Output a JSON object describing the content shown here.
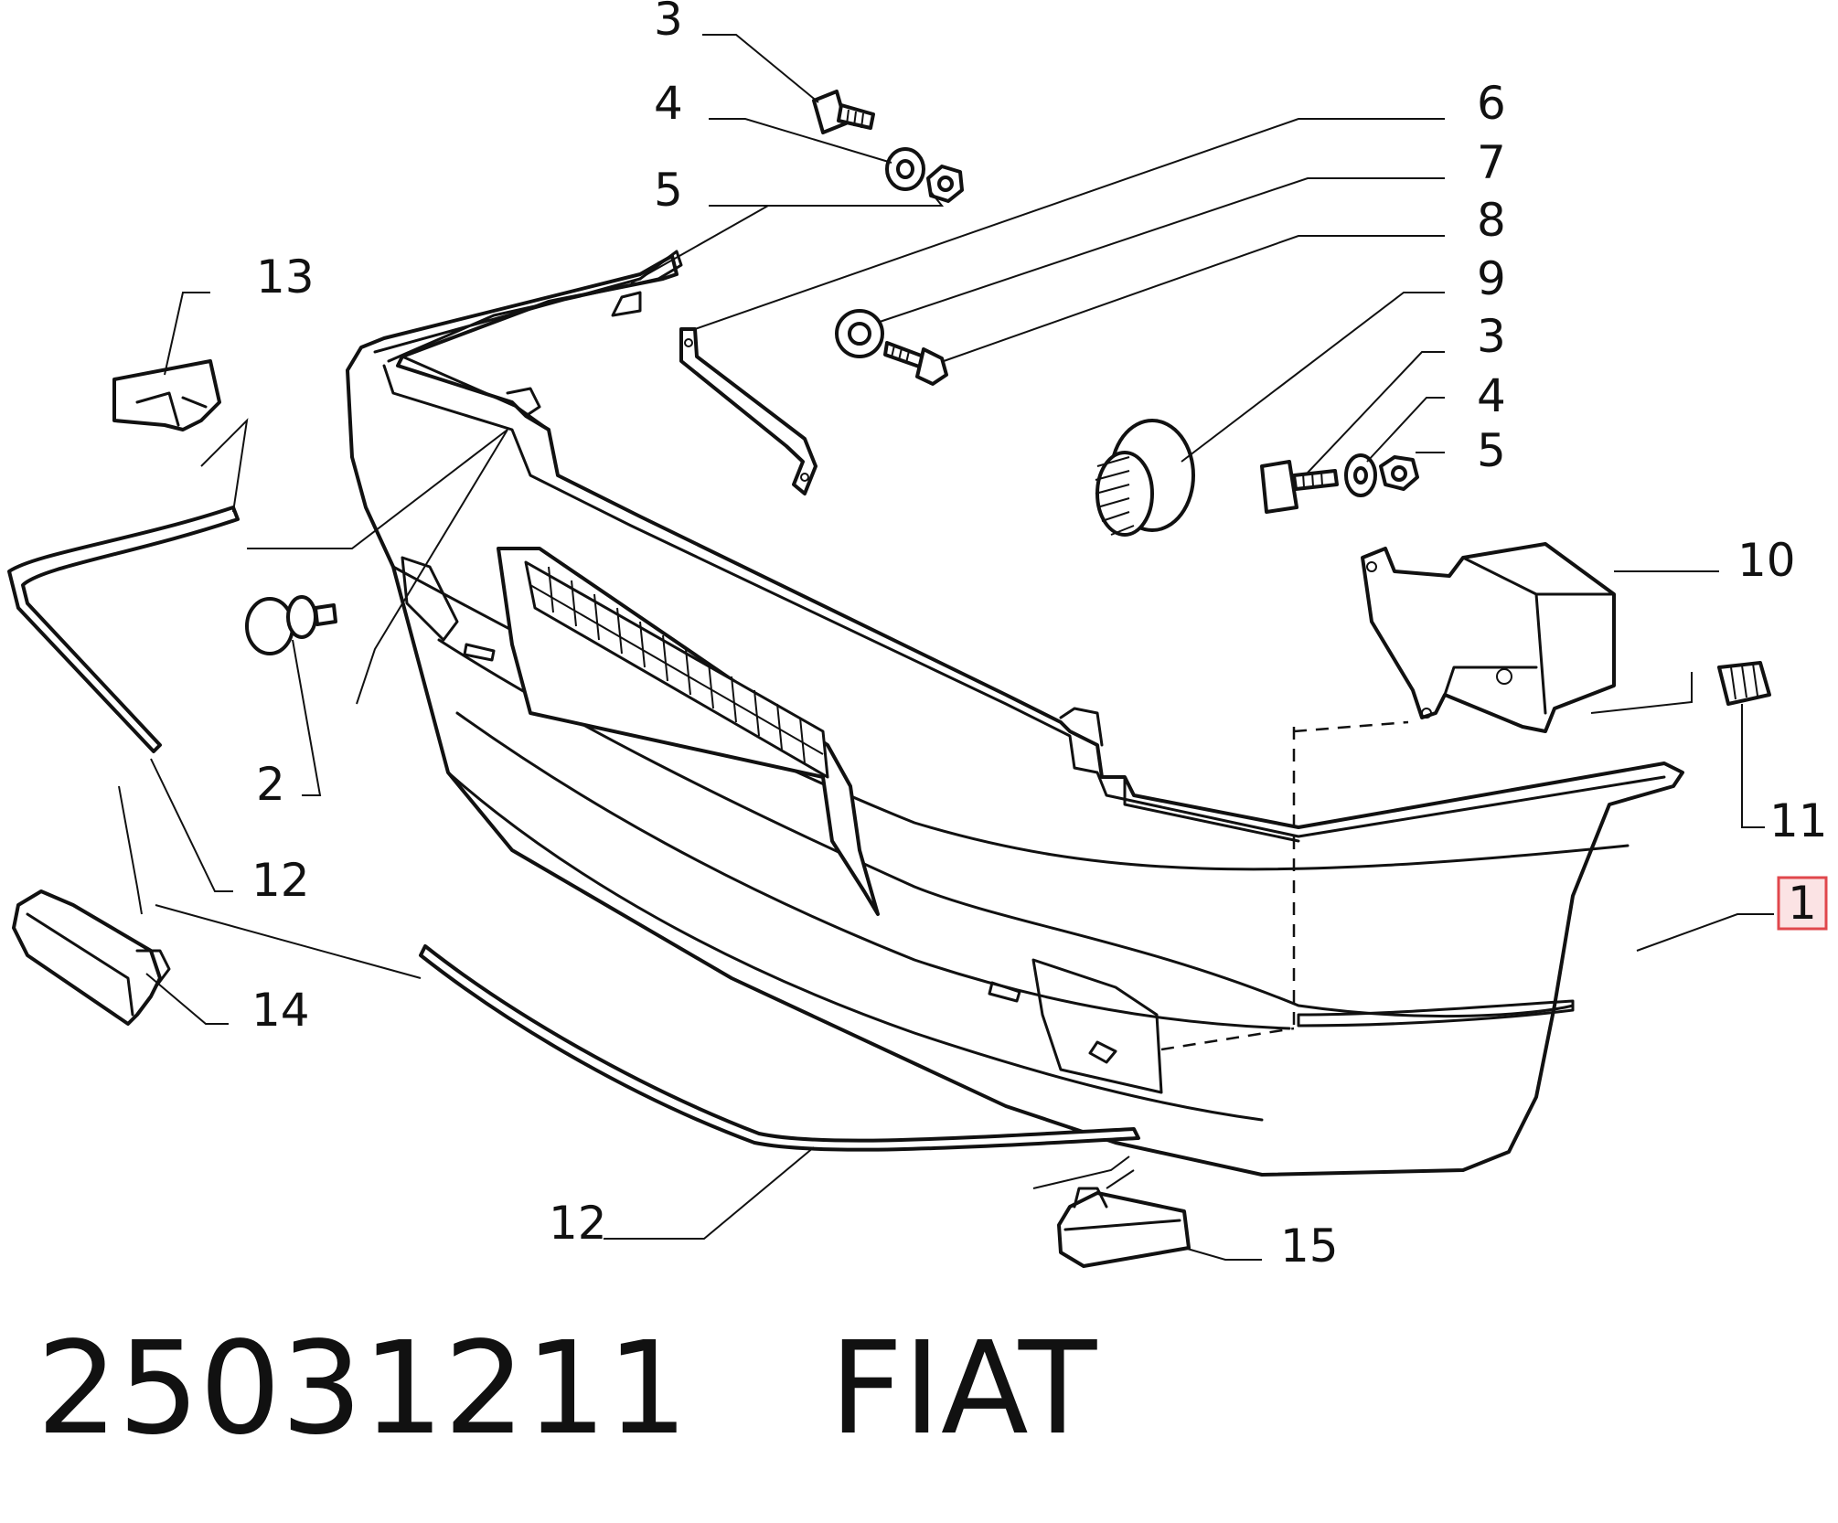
{
  "callouts": [
    {
      "id": "c3a",
      "label": "3"
    },
    {
      "id": "c4a",
      "label": "4"
    },
    {
      "id": "c5a",
      "label": "5"
    },
    {
      "id": "c6",
      "label": "6"
    },
    {
      "id": "c7",
      "label": "7"
    },
    {
      "id": "c8",
      "label": "8"
    },
    {
      "id": "c9",
      "label": "9"
    },
    {
      "id": "c3b",
      "label": "3"
    },
    {
      "id": "c4b",
      "label": "4"
    },
    {
      "id": "c5b",
      "label": "5"
    },
    {
      "id": "c10",
      "label": "10"
    },
    {
      "id": "c11",
      "label": "11"
    },
    {
      "id": "c1",
      "label": "1"
    },
    {
      "id": "c13",
      "label": "13"
    },
    {
      "id": "c2",
      "label": "2"
    },
    {
      "id": "c12a",
      "label": "12"
    },
    {
      "id": "c14",
      "label": "14"
    },
    {
      "id": "c12b",
      "label": "12"
    },
    {
      "id": "c15",
      "label": "15"
    }
  ],
  "highlight": {
    "callout": "1",
    "color": "#e0474c",
    "fill": "#fbe3e4"
  },
  "footer": {
    "part_number": "25031211",
    "brand": "FIAT"
  }
}
